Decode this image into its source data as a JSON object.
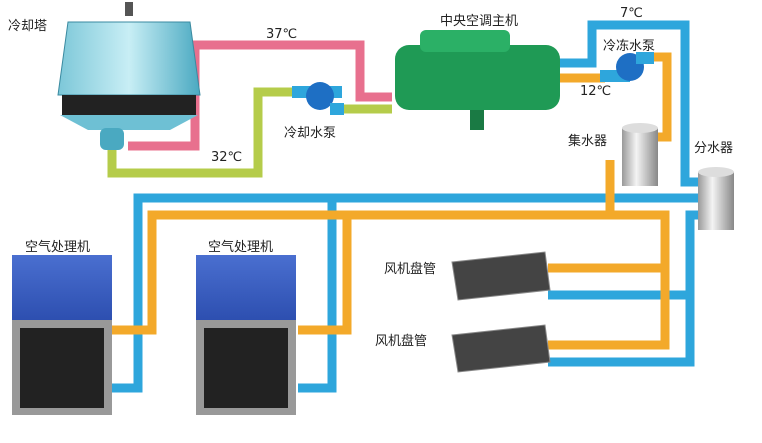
{
  "labels": {
    "cooling_tower": "冷却塔",
    "temp_37": "37℃",
    "chiller": "中央空调主机",
    "temp_7": "7℃",
    "chilled_pump": "冷冻水泵",
    "temp_12": "12℃",
    "cooling_pump": "冷却水泵",
    "temp_32": "32℃",
    "collector": "集水器",
    "distributor": "分水器",
    "ahu_1": "空气处理机",
    "ahu_2": "空气处理机",
    "fcu_1": "风机盘管",
    "fcu_2": "风机盘管"
  },
  "colors": {
    "hot_cooling_water": "#e8708e",
    "cool_cooling_water": "#b5cc4a",
    "chilled_supply": "#2ea6dc",
    "chilled_return": "#f3a92a",
    "chiller": "#1f9a55",
    "pump": "#1e6fc4"
  }
}
